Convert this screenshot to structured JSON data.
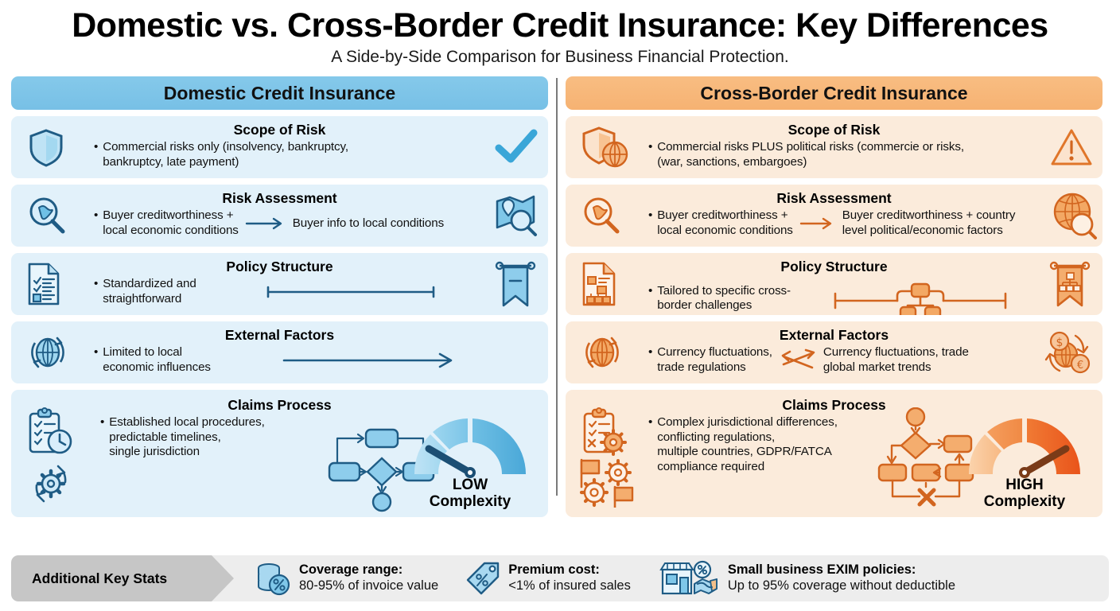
{
  "header": {
    "title": "Domestic vs. Cross-Border Credit Insurance: Key Differences",
    "subtitle": "A Side-by-Side Comparison for Business Financial Protection."
  },
  "columns": {
    "left": {
      "header": "Domestic Credit Insurance",
      "accent": "#77c0e6",
      "panel_bg": "#e2f1fa",
      "stroke": "#1f5c85"
    },
    "right": {
      "header": "Cross-Border Credit Insurance",
      "accent": "#f6b272",
      "panel_bg": "#fbebdb",
      "stroke": "#d2651f"
    }
  },
  "rows": [
    {
      "title": "Scope of Risk",
      "left": {
        "bullets": [
          "Commercial risks only (insolvency, bankruptcy,",
          "bankruptcy, late payment)"
        ],
        "left_icon": "shield-icon",
        "right_icon": "check-mark-icon"
      },
      "right": {
        "bullets": [
          "Commercial risks PLUS political risks (commercie or risks,",
          "(war, sanctions, embargoes)"
        ],
        "left_icon": "shield-globe-icon",
        "right_icon": "warning-triangle-icon"
      }
    },
    {
      "title": "Risk Assessment",
      "left": {
        "bullets": [
          "Buyer creditworthiness +",
          "local economic conditions"
        ],
        "mid_text": "Buyer info to local conditions",
        "left_icon": "magnifier-map-icon",
        "right_icon": "map-pin-magnifier-icon",
        "mid_icon": "arrow-right-icon"
      },
      "right": {
        "bullets": [
          "Buyer creditworthiness +",
          "local economic conditions"
        ],
        "mid_text_lines": [
          "Buyer creditworthiness + country",
          "level political/economic factors"
        ],
        "left_icon": "magnifier-map-icon",
        "right_icon": "globe-magnifier-icon",
        "mid_icon": "arrow-right-icon"
      }
    },
    {
      "title": "Policy Structure",
      "left": {
        "bullets": [
          "Standardized and",
          "straightforward"
        ],
        "left_icon": "checklist-document-icon",
        "right_icon": "ribbon-simple-icon",
        "mid_icon": "straight-line-icon"
      },
      "right": {
        "bullets": [
          "Tailored to specific cross-",
          "border challenges"
        ],
        "left_icon": "hierarchy-document-icon",
        "right_icon": "ribbon-hierarchy-icon",
        "mid_icon": "branching-line-icon"
      }
    },
    {
      "title": "External Factors",
      "left": {
        "bullets": [
          "Limited to local",
          "economic influences"
        ],
        "left_icon": "globe-cycle-icon",
        "mid_icon": "long-arrow-right-icon"
      },
      "right": {
        "bullets": [
          "Currency fluctuations,",
          "trade regulations"
        ],
        "mid_text_lines": [
          "Currency fluctuations, trade",
          "global market trends"
        ],
        "left_icon": "globe-cycle-icon",
        "right_icon": "currency-exchange-globe-icon",
        "mid_icon": "crossing-arrows-icon"
      }
    },
    {
      "title": "Claims Process",
      "left": {
        "bullets": [
          "Established local procedures,",
          "predictable timelines,",
          "single jurisdiction"
        ],
        "left_icon": "clipboard-clock-icon",
        "left_icon2": "gear-cycle-icon",
        "flow_icon": "simple-flowchart-icon",
        "gauge": {
          "icon": "gauge-low-icon",
          "label_line1": "LOW",
          "label_line2": "Complexity",
          "level": "low"
        }
      },
      "right": {
        "bullets": [
          "Complex jurisdictional differences,",
          "conflicting regulations,",
          "multiple countries, GDPR/FATCA",
          "compliance required"
        ],
        "left_icon": "clipboard-gear-icon",
        "left_icon2": "flags-gears-icon",
        "flow_icon": "complex-flowchart-icon",
        "gauge": {
          "icon": "gauge-high-icon",
          "label_line1": "HIGH",
          "label_line2": "Complexity",
          "level": "high"
        }
      }
    }
  ],
  "stats": {
    "chip_label": "Additional Key Stats",
    "items": [
      {
        "icon": "coins-percent-icon",
        "label": "Coverage range:",
        "value": "80-95% of invoice value"
      },
      {
        "icon": "price-tag-percent-icon",
        "label": "Premium cost:",
        "value": "<1% of insured sales"
      },
      {
        "icon": "storefront-handshake-icon",
        "label": "Small business EXIM policies:",
        "value": "Up to 95% coverage without deductible"
      }
    ]
  }
}
